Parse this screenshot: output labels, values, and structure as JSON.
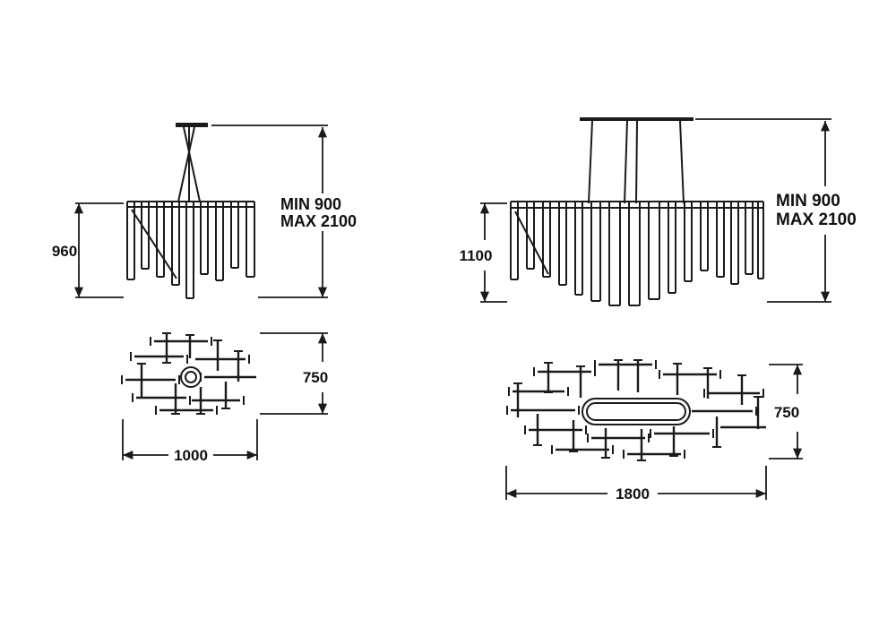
{
  "colors": {
    "ink": "#1a1a1a",
    "background": "#ffffff"
  },
  "left_fixture": {
    "elevation": {
      "height_label": "960",
      "suspension": {
        "min_label": "MIN 900",
        "max_label": "MAX 2100"
      }
    },
    "plan": {
      "depth_label": "750",
      "width_label": "1000"
    }
  },
  "right_fixture": {
    "elevation": {
      "height_label": "1100",
      "suspension": {
        "min_label": "MIN 900",
        "max_label": "MAX 2100"
      }
    },
    "plan": {
      "depth_label": "750",
      "width_label": "1800"
    }
  }
}
